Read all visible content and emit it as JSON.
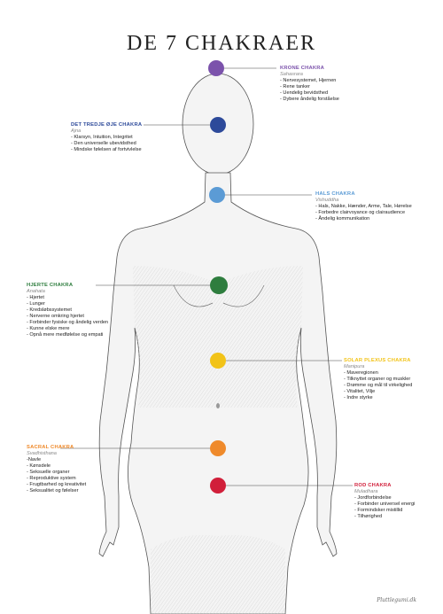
{
  "title": "DE 7 CHAKRAER",
  "signature": "Pluttlegumi.dk",
  "chakras": [
    {
      "name": "KRONE CHAKRA",
      "sanskrit": "Sahasrara",
      "color": "#7b52ab",
      "items": [
        "- Nervesystemet, Hjernen",
        "- Rene tanker",
        "- Uendelig bevidsthed",
        "- Dybere åndelig forståelse"
      ]
    },
    {
      "name": "DET TREDJE ØJE CHAKRA",
      "sanskrit": "Ajna",
      "color": "#2d4a9a",
      "items": [
        "- Klarsyn, Intuition, Integritet",
        "- Den universelle ubevidsthed",
        "- Mindske følelsen af fortvivlelse"
      ]
    },
    {
      "name": "HALS CHAKRA",
      "sanskrit": "Vishuddha",
      "color": "#5b9bd5",
      "items": [
        "- Hals, Nakke, Hænder, Arme, Tale, Hørelse",
        "- Forbedre clairvoyance og clairaudience",
        "- Åndelig kommunikation"
      ]
    },
    {
      "name": "HJERTE CHAKRA",
      "sanskrit": "Anahata",
      "color": "#2e7d3e",
      "items": [
        "- Hjertet",
        "- Lunger",
        "- Kredsløbssystemet",
        "- Nerverne omkring hjertet",
        "- Forbinder fysiske og åndelig verden",
        "- Kunne elske mere",
        "- Opnå mere medfølelse og empati"
      ]
    },
    {
      "name": "SOLAR PLEXUS CHAKRA",
      "sanskrit": "Manipura",
      "color": "#f2c318",
      "items": [
        "- Maveregionen",
        "- Tilknyttet organer og muskler",
        "- Drømme og mål til virkelighed",
        "- Vitalitet, Vilje",
        "- Indre styrke"
      ]
    },
    {
      "name": "SACRAL CHAKRA",
      "sanskrit": "Svadhisthana",
      "color": "#ef8a2b",
      "items": [
        "-Navle",
        "- Kønsdele",
        "- Seksuelle organer",
        "- Reproduktive system",
        "- Frugtbarhed og kreativitet",
        "- Seksualitet og følelser"
      ]
    },
    {
      "name": "ROD CHAKRA",
      "sanskrit": "Muladhara",
      "color": "#d11f3a",
      "items": [
        "- Jordforbindelse",
        "- Forbinder universel energi",
        "- Formindsker mistillid",
        "- Tilhørighed"
      ]
    }
  ]
}
